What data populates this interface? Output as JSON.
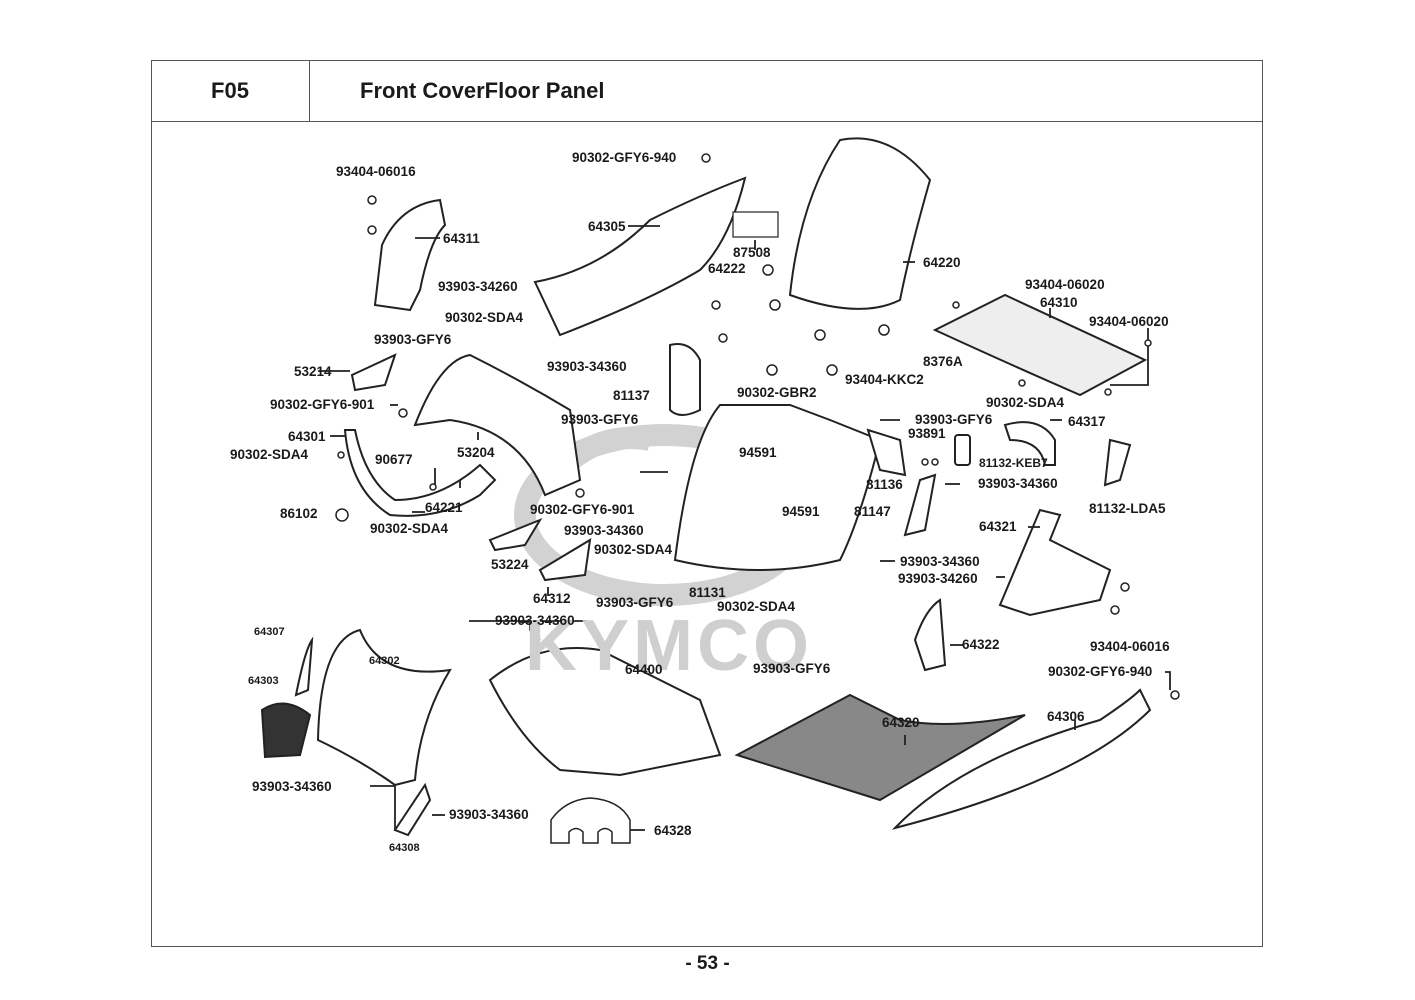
{
  "header": {
    "section_code": "F05",
    "title": "Front CoverFloor Panel"
  },
  "watermark": {
    "brand": "KYMCO"
  },
  "parts": [
    {
      "id": "p01",
      "label": "93404-06016"
    },
    {
      "id": "p02",
      "label": "64311"
    },
    {
      "id": "p03",
      "label": "93903-34260"
    },
    {
      "id": "p04",
      "label": "90302-GFY6-940"
    },
    {
      "id": "p05",
      "label": "64305"
    },
    {
      "id": "p06",
      "label": "87508"
    },
    {
      "id": "p07",
      "label": "64222"
    },
    {
      "id": "p08",
      "label": "64220"
    },
    {
      "id": "p09",
      "label": "93404-06020"
    },
    {
      "id": "p10",
      "label": "64310"
    },
    {
      "id": "p11",
      "label": "93404-06020"
    },
    {
      "id": "p12",
      "label": "90302-SDA4"
    },
    {
      "id": "p13",
      "label": "93903-GFY6"
    },
    {
      "id": "p14",
      "label": "53214"
    },
    {
      "id": "p15",
      "label": "93903-34360"
    },
    {
      "id": "p16",
      "label": "81137"
    },
    {
      "id": "p17",
      "label": "90302-GBR2"
    },
    {
      "id": "p18",
      "label": "93404-KKC2"
    },
    {
      "id": "p19",
      "label": "8376A"
    },
    {
      "id": "p20",
      "label": "90302-SDA4"
    },
    {
      "id": "p21",
      "label": "90302-GFY6-901"
    },
    {
      "id": "p22",
      "label": "93903-GFY6"
    },
    {
      "id": "p23",
      "label": "64317"
    },
    {
      "id": "p24",
      "label": "64301"
    },
    {
      "id": "p25",
      "label": "53204"
    },
    {
      "id": "p26",
      "label": "93903-GFY6"
    },
    {
      "id": "p27",
      "label": "93891"
    },
    {
      "id": "p28",
      "label": "81132-KEB7"
    },
    {
      "id": "p29",
      "label": "90302-SDA4"
    },
    {
      "id": "p30",
      "label": "90677"
    },
    {
      "id": "p31",
      "label": "94591"
    },
    {
      "id": "p32",
      "label": "81136"
    },
    {
      "id": "p33",
      "label": "93903-34360"
    },
    {
      "id": "p34",
      "label": "81132-LDA5"
    },
    {
      "id": "p35",
      "label": "86102"
    },
    {
      "id": "p36",
      "label": "64221"
    },
    {
      "id": "p37",
      "label": "90302-GFY6-901"
    },
    {
      "id": "p38",
      "label": "94591"
    },
    {
      "id": "p39",
      "label": "81147"
    },
    {
      "id": "p40",
      "label": "64321"
    },
    {
      "id": "p41",
      "label": "93903-34360"
    },
    {
      "id": "p42",
      "label": "90302-SDA4"
    },
    {
      "id": "p43",
      "label": "53224"
    },
    {
      "id": "p44",
      "label": "90302-SDA4"
    },
    {
      "id": "p45",
      "label": "93903-34360"
    },
    {
      "id": "p46",
      "label": "93903-34260"
    },
    {
      "id": "p47",
      "label": "64312"
    },
    {
      "id": "p48",
      "label": "93903-GFY6"
    },
    {
      "id": "p49",
      "label": "81131"
    },
    {
      "id": "p50",
      "label": "90302-SDA4"
    },
    {
      "id": "p51",
      "label": "93404-06016"
    },
    {
      "id": "p52",
      "label": "64307"
    },
    {
      "id": "p53",
      "label": "93903-34360"
    },
    {
      "id": "p54",
      "label": "64302"
    },
    {
      "id": "p55",
      "label": "64400"
    },
    {
      "id": "p56",
      "label": "64322"
    },
    {
      "id": "p57",
      "label": "64303"
    },
    {
      "id": "p58",
      "label": "93903-GFY6"
    },
    {
      "id": "p59",
      "label": "90302-GFY6-940"
    },
    {
      "id": "p60",
      "label": "64320"
    },
    {
      "id": "p61",
      "label": "64306"
    },
    {
      "id": "p62",
      "label": "93903-34360"
    },
    {
      "id": "p63",
      "label": "93903-34360"
    },
    {
      "id": "p64",
      "label": "64328"
    },
    {
      "id": "p65",
      "label": "64308"
    }
  ],
  "footer": {
    "page_number": "- 53 -"
  }
}
